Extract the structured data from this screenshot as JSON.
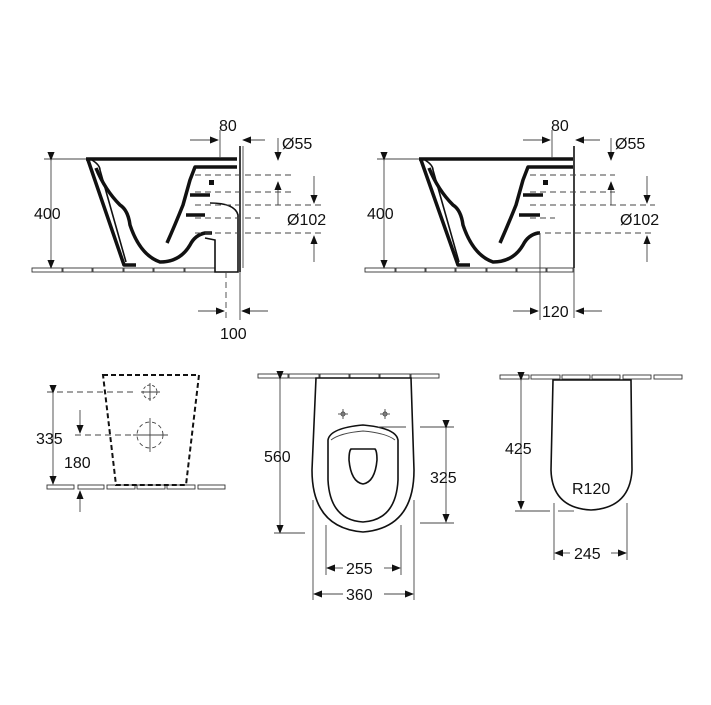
{
  "drawing": {
    "side_view_1": {
      "height": "400",
      "offset_top": "80",
      "inlet_diameter": "Ø55",
      "outlet_diameter": "Ø102",
      "outlet_offset": "100"
    },
    "side_view_2": {
      "height": "400",
      "offset_top": "80",
      "inlet_diameter": "Ø55",
      "outlet_diameter": "Ø102",
      "outlet_offset": "120"
    },
    "rear_view": {
      "inlet_height": "335",
      "outlet_height": "180"
    },
    "top_view": {
      "length": "560",
      "bowl_length": "325",
      "bowl_width": "255",
      "total_width": "360"
    },
    "seat_view": {
      "length": "425",
      "radius": "R120",
      "width": "245"
    }
  },
  "colors": {
    "line": "#111111",
    "dim": "#444444",
    "background": "#ffffff"
  }
}
